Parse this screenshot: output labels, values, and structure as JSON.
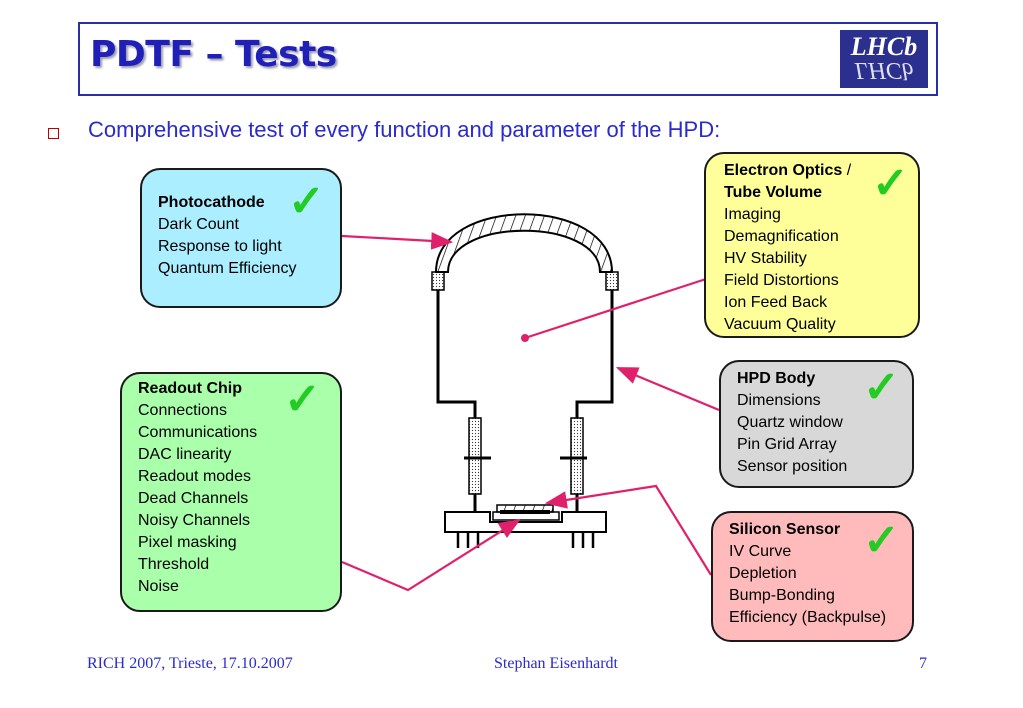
{
  "header": {
    "title": "PDTF – Tests",
    "logo_text_top": "LHCb",
    "logo_text_bottom": "LHCb"
  },
  "bullet": {
    "text": "Comprehensive test of every function and parameter of the HPD:"
  },
  "boxes": {
    "photocathode": {
      "title": "Photocathode",
      "items": [
        "Dark Count",
        "Response to light",
        "Quantum Efficiency"
      ],
      "color": "#aaeeff"
    },
    "electron_optics": {
      "title_line1": "Electron Optics",
      "title_sep": " /",
      "title_line2": "Tube Volume",
      "items": [
        "Imaging",
        "Demagnification",
        "HV Stability",
        "Field Distortions",
        "Ion Feed Back",
        "Vacuum Quality"
      ],
      "color": "#ffff99"
    },
    "hpd_body": {
      "title": "HPD Body",
      "items": [
        "Dimensions",
        "Quartz window",
        "Pin Grid Array",
        "Sensor position"
      ],
      "color": "#d8d8d8"
    },
    "readout_chip": {
      "title": "Readout Chip",
      "items": [
        "Connections",
        "Communications",
        "DAC linearity",
        "Readout modes",
        "Dead Channels",
        "Noisy Channels",
        "Pixel masking",
        "Threshold",
        "Noise"
      ],
      "color": "#aaffaa"
    },
    "silicon_sensor": {
      "title": "Silicon Sensor",
      "items": [
        "IV Curve",
        "Depletion",
        "Bump-Bonding",
        "Efficiency (Backpulse)"
      ],
      "color": "#ffbbbb"
    }
  },
  "check_glyph": "✓",
  "colors": {
    "title": "#2020b8",
    "accent_lines": "#e0206a",
    "check": "#22cc22",
    "footer": "#2a2ad0"
  },
  "footer": {
    "left": "RICH 2007, Trieste, 17.10.2007",
    "center": "Stephan Eisenhardt",
    "page": "7"
  }
}
